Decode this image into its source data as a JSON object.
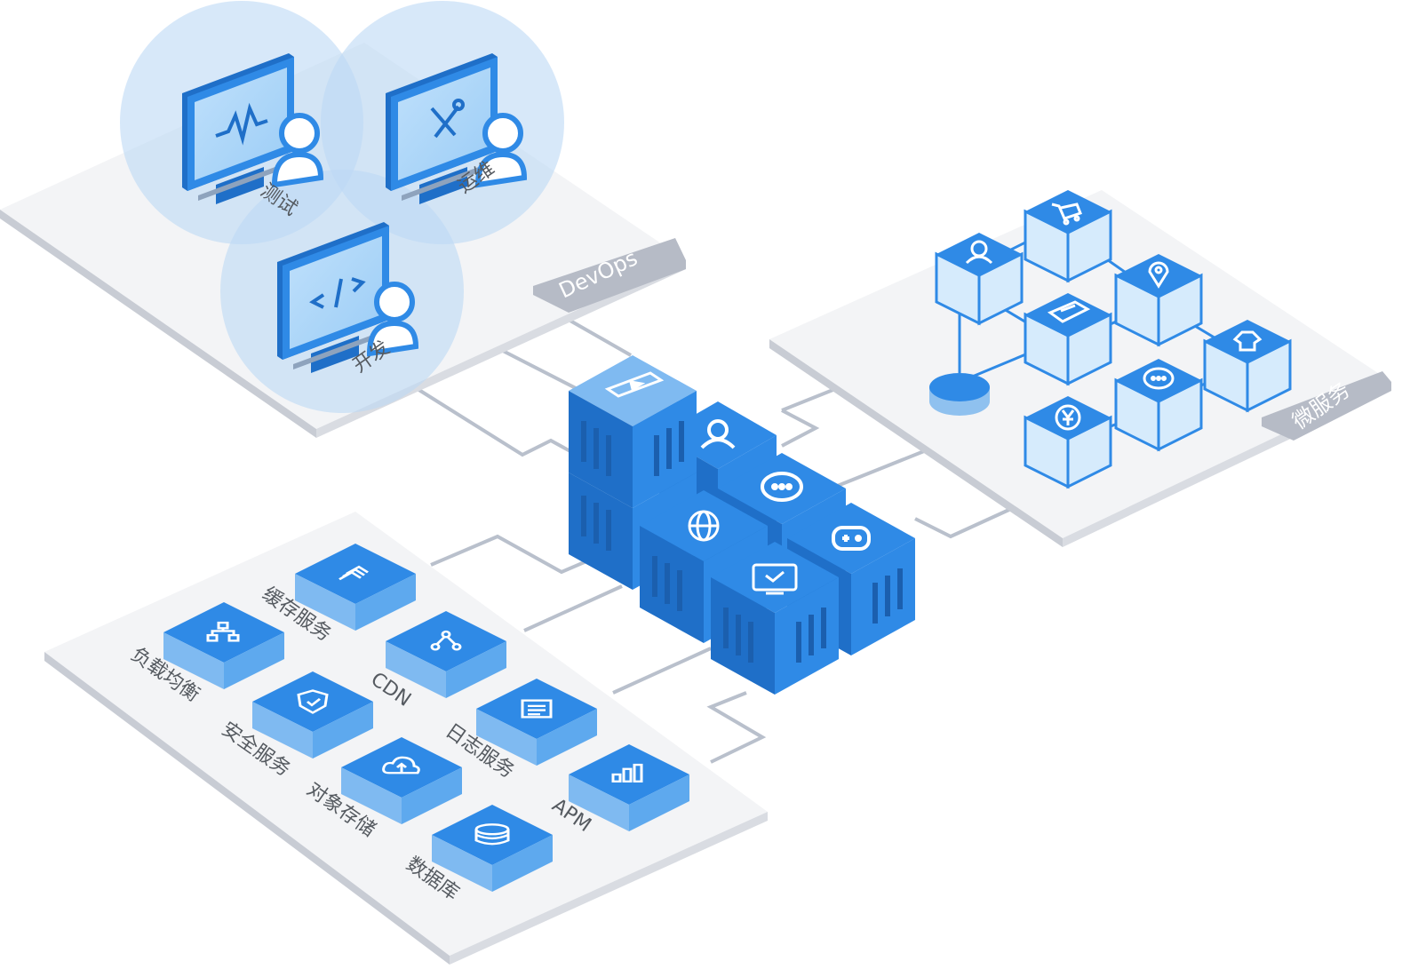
{
  "devops": {
    "tag": "DevOps",
    "roles": [
      {
        "label": "测试",
        "icon": "waveform-icon"
      },
      {
        "label": "运维",
        "icon": "tools-icon"
      },
      {
        "label": "开发",
        "icon": "code-icon"
      }
    ]
  },
  "microservices": {
    "tag": "微服务",
    "nodes": [
      {
        "icon": "user-icon"
      },
      {
        "icon": "cart-icon"
      },
      {
        "icon": "id-card-icon"
      },
      {
        "icon": "location-pin-icon"
      },
      {
        "icon": "shirt-icon"
      },
      {
        "icon": "chat-icon"
      },
      {
        "icon": "yen-icon"
      }
    ],
    "hub": "database-disc-icon"
  },
  "core": {
    "cubes": [
      {
        "icon": "video-icon"
      },
      {
        "icon": "user-icon"
      },
      {
        "icon": "chat-icon"
      },
      {
        "icon": "globe-icon"
      },
      {
        "icon": "gamepad-icon"
      },
      {
        "icon": "monitor-check-icon"
      }
    ]
  },
  "services": [
    {
      "label": "缓存服务",
      "icon": "layers-icon"
    },
    {
      "label": "负载均衡",
      "icon": "network-icon"
    },
    {
      "label": "CDN",
      "icon": "share-nodes-icon"
    },
    {
      "label": "安全服务",
      "icon": "shield-icon"
    },
    {
      "label": "日志服务",
      "icon": "log-list-icon"
    },
    {
      "label": "对象存储",
      "icon": "cloud-upload-icon"
    },
    {
      "label": "APM",
      "icon": "bar-chart-icon"
    },
    {
      "label": "数据库",
      "icon": "database-icon"
    }
  ],
  "colors": {
    "primary": "#2f8ae6",
    "primary_dark": "#1f6fc8",
    "light_block": "#d6ebfc",
    "platform": "#f3f4f6",
    "platform_edge": "#c8ccd4",
    "tag_bg": "#b6bbc6",
    "connector": "#b9c0cc",
    "bubble": "#bcd9f5"
  }
}
